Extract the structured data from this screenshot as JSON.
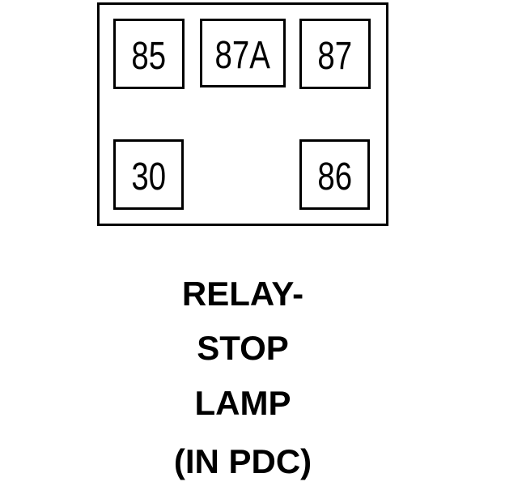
{
  "diagram": {
    "type": "relay-pinout",
    "colors": {
      "line": "#000000",
      "background": "#ffffff"
    },
    "pins": [
      {
        "label": "85"
      },
      {
        "label": "87A"
      },
      {
        "label": "87"
      },
      {
        "label": "30"
      },
      {
        "label": "86"
      }
    ],
    "caption": {
      "lines": [
        "RELAY-",
        "STOP",
        "LAMP",
        "(IN PDC)"
      ]
    }
  }
}
